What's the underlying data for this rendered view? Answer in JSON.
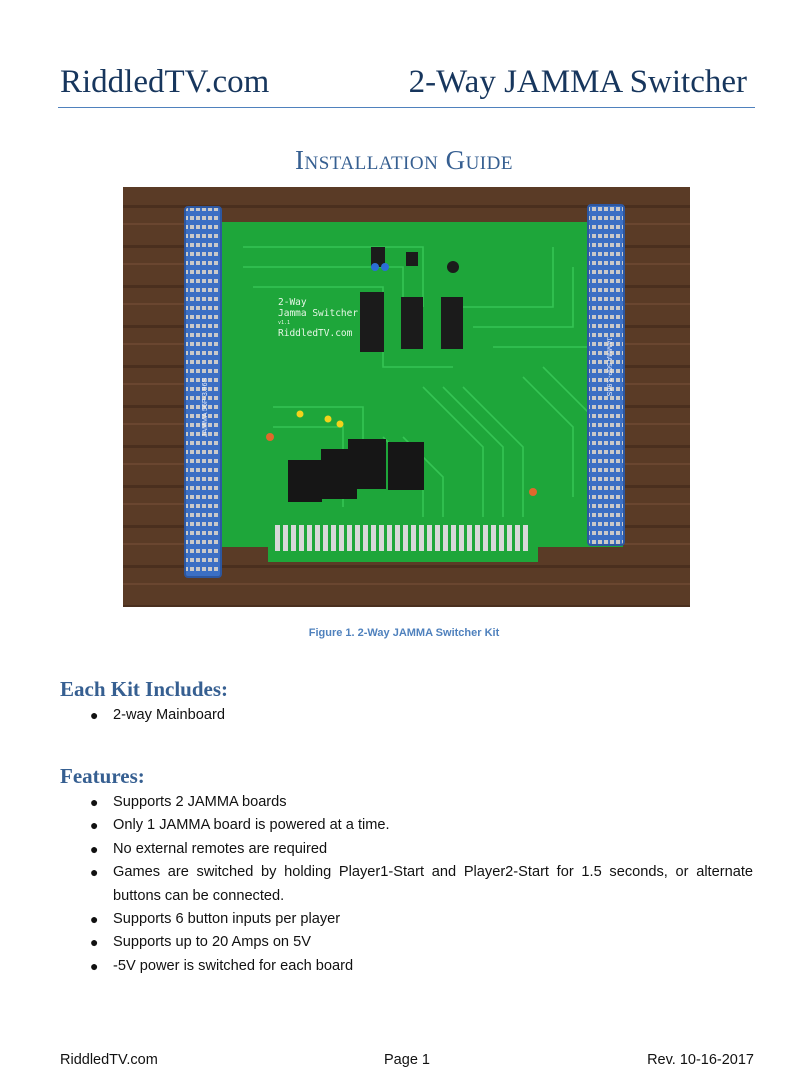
{
  "header": {
    "site": "RiddledTV.com",
    "product": "2-Way JAMMA Switcher"
  },
  "title": "Installation Guide",
  "figure": {
    "caption": "Figure 1.  2-Way JAMMA Switcher Kit",
    "board_silkscreen": [
      "2-Way",
      "Jamma Switcher",
      "v1.1",
      "RiddledTV.com"
    ],
    "connector_label": "JAMMA 56P-3.96S"
  },
  "kit": {
    "heading": "Each Kit Includes:",
    "items": [
      "2-way Mainboard"
    ]
  },
  "features": {
    "heading": "Features:",
    "items": [
      "Supports  2 JAMMA boards",
      "Only 1 JAMMA board is powered at a time.",
      "No external remotes are required",
      "Games are switched by holding Player1-Start and Player2-Start for 1.5 seconds, or alternate buttons can be connected.",
      "Supports 6 button inputs per player",
      "Supports up to 20 Amps on 5V",
      "-5V power is switched for each board"
    ]
  },
  "footer": {
    "left": "RiddledTV.com",
    "center": "Page 1",
    "right": "Rev. 10-16-2017"
  },
  "colors": {
    "heading": "#17365d",
    "accent": "#365f91",
    "caption": "#4f81bd",
    "pcb": "#1ea63a",
    "wood": "#5a3b26",
    "connector": "#3b6fc4"
  }
}
